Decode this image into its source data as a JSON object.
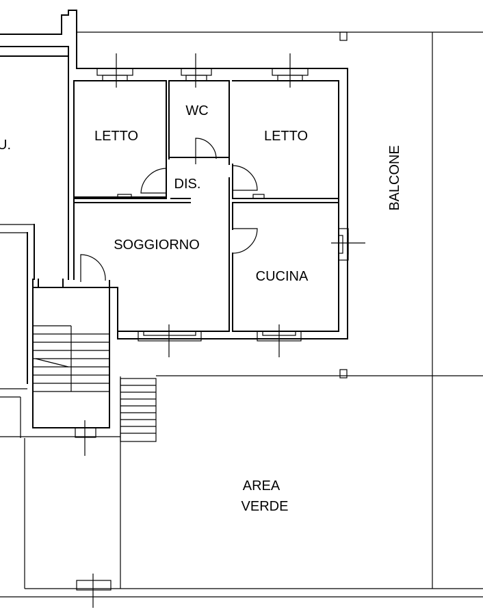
{
  "plan": {
    "rooms": {
      "letto_left": "LETTO",
      "wc": "WC",
      "letto_right": "LETTO",
      "dis": "DIS.",
      "soggiorno": "SOGGIORNO",
      "cucina": "CUCINA",
      "balcone": "BALCONE",
      "area_line1": "AREA",
      "area_line2": "VERDE",
      "cut_fragment": "U."
    }
  }
}
